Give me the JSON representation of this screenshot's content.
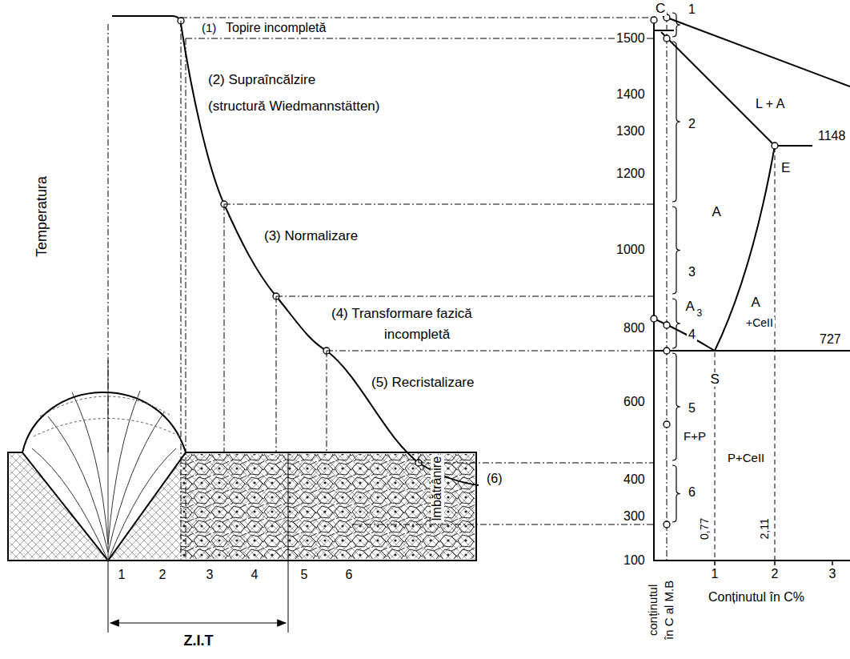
{
  "diagram": {
    "labels": [
      "Temperatura",
      "(1)",
      "Topire incompletă",
      "(2) Supraîncălzire",
      "(structură Wiedmannstätten)",
      "(3) Normalizare",
      "(4) Transformare fazică",
      "incompletă",
      "(5) Recristalizare",
      "(6)",
      "Îmbătrânire",
      "C",
      "1500",
      "1400",
      "1300",
      "1200",
      "1000",
      "800",
      "600",
      "400",
      "300",
      "100",
      "1148",
      "727",
      "1",
      "2",
      "3",
      "4",
      "5",
      "6",
      "L + A",
      "E",
      "A",
      "A",
      "3",
      "A",
      "+CeII",
      "S",
      "F+P",
      "P+CeII",
      "0,77",
      "2,11",
      "1",
      "2",
      "3",
      "Conținutul în C%",
      "conținutul",
      "în C al M.B",
      "1",
      "2",
      "3",
      "4",
      "5",
      "6",
      "Z.I.T"
    ]
  }
}
